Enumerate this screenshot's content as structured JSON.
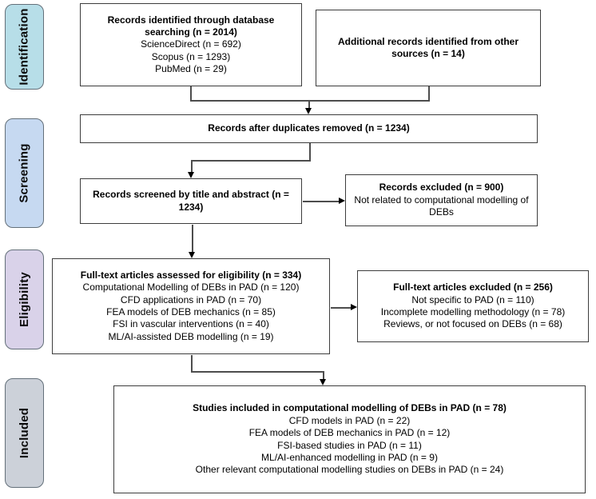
{
  "diagram": {
    "kind": "PRISMA flow diagram",
    "line_color": "#4d4d4d",
    "box_border_color": "#3d3d3d",
    "stages": [
      {
        "label": "Identification",
        "fill": "#b7dee8"
      },
      {
        "label": "Screening",
        "fill": "#c6d9f1"
      },
      {
        "label": "Eligibility",
        "fill": "#d9d2e9"
      },
      {
        "label": "Included",
        "fill": "#ccd1d9"
      }
    ],
    "boxes": {
      "records_identified": {
        "title": "Records identified through database searching (n = 2014)",
        "lines": [
          "ScienceDirect (n = 692)",
          "Scopus (n = 1293)",
          "PubMed (n = 29)"
        ]
      },
      "additional_records": {
        "title": "Additional records identified from other sources (n = 14)"
      },
      "after_duplicates": {
        "title": "Records after duplicates removed (n = 1234)"
      },
      "records_screened": {
        "title": "Records screened by title and abstract (n = 1234)"
      },
      "records_excluded": {
        "title": "Records excluded (n = 900)",
        "lines": [
          "Not related to computational modelling of DEBs"
        ]
      },
      "fulltext_assessed": {
        "title": "Full-text articles assessed for eligibility (n = 334)",
        "lines": [
          "Computational Modelling of DEBs in PAD (n = 120)",
          "CFD applications in PAD (n = 70)",
          "FEA models of DEB mechanics (n = 85)",
          "FSI in vascular interventions (n = 40)",
          "ML/AI-assisted DEB modelling (n = 19)"
        ]
      },
      "fulltext_excluded": {
        "title": "Full-text articles excluded (n = 256)",
        "lines": [
          "Not specific to PAD (n = 110)",
          "Incomplete modelling methodology (n = 78)",
          "Reviews, or not focused on DEBs (n = 68)"
        ]
      },
      "studies_included": {
        "title": "Studies included in computational modelling of DEBs in PAD (n = 78)",
        "lines": [
          "CFD models in PAD (n = 22)",
          "FEA models of DEB mechanics in PAD (n = 12)",
          "FSI-based studies in PAD (n = 11)",
          "ML/AI-enhanced modelling in PAD (n = 9)",
          "Other relevant computational modelling studies on DEBs in PAD (n = 24)"
        ]
      }
    }
  }
}
